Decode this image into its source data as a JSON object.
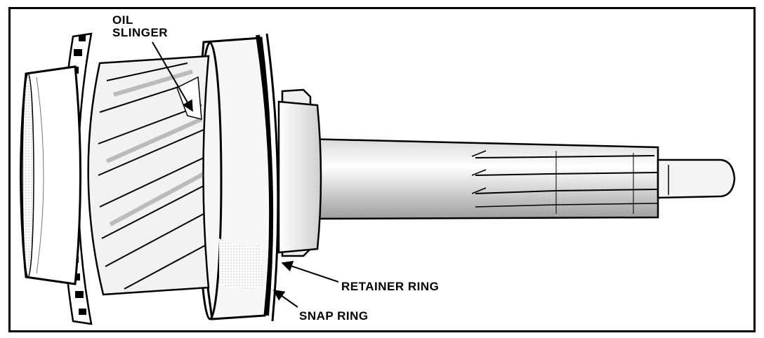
{
  "labels": {
    "oil_slinger_line1": "OIL",
    "oil_slinger_line2": "SLINGER",
    "retainer_ring": "RETAINER RING",
    "snap_ring": "SNAP RING"
  },
  "colors": {
    "ink": "#000000",
    "paper": "#ffffff",
    "shade": "#bdbdbd",
    "light_shade": "#e6e6e6"
  }
}
